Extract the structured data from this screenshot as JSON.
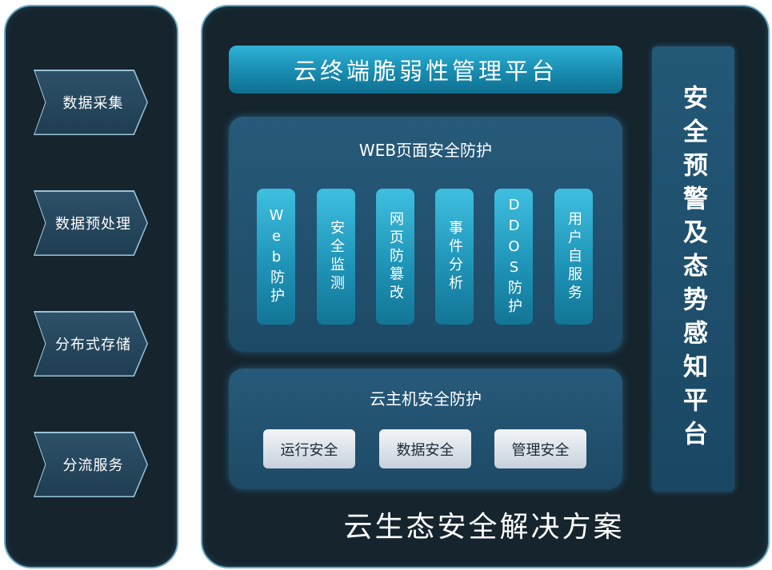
{
  "left_steps": [
    "数据采集",
    "数据预处理",
    "分布式存储",
    "分流服务"
  ],
  "title_bar": "云终端脆弱性管理平台",
  "web_section": {
    "title": "WEB页面安全防护",
    "items": [
      "Web防护",
      "安全监测",
      "网页防篡改",
      "事件分析",
      "DDOS防护",
      "用户自服务"
    ]
  },
  "host_section": {
    "title": "云主机安全防护",
    "items": [
      "运行安全",
      "数据安全",
      "管理安全"
    ]
  },
  "side_platform": "安全预警及态势感知平台",
  "footer_title": "云生态安全解决方案",
  "colors": {
    "panel_bg": "#15242d",
    "panel_border": "#6aa9c4",
    "accent_cyan": "#2fb3d8",
    "box_blue": "#275a7a",
    "button_light": "#e6ebf0"
  }
}
